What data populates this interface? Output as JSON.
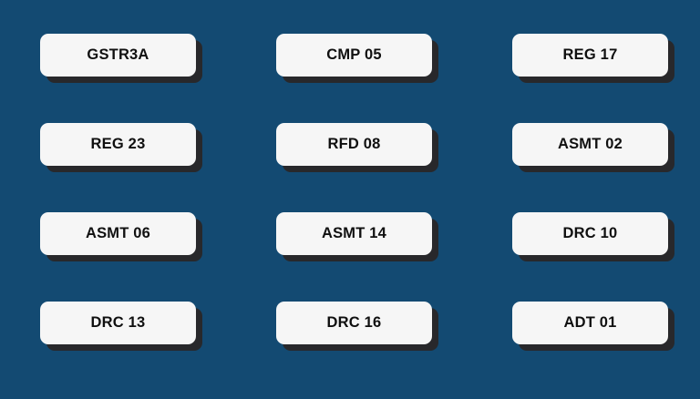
{
  "page": {
    "background_color": "#134a72",
    "button_background": "#f6f6f6",
    "button_shadow_color": "#28282b",
    "button_text_color": "#101010",
    "grid_columns": 3,
    "grid_rows": 4
  },
  "buttons": [
    {
      "label": "GSTR3A"
    },
    {
      "label": "CMP 05"
    },
    {
      "label": "REG 17"
    },
    {
      "label": "REG 23"
    },
    {
      "label": "RFD 08"
    },
    {
      "label": "ASMT 02"
    },
    {
      "label": "ASMT 06"
    },
    {
      "label": "ASMT 14"
    },
    {
      "label": "DRC 10"
    },
    {
      "label": "DRC 13"
    },
    {
      "label": "DRC 16"
    },
    {
      "label": "ADT 01"
    }
  ]
}
